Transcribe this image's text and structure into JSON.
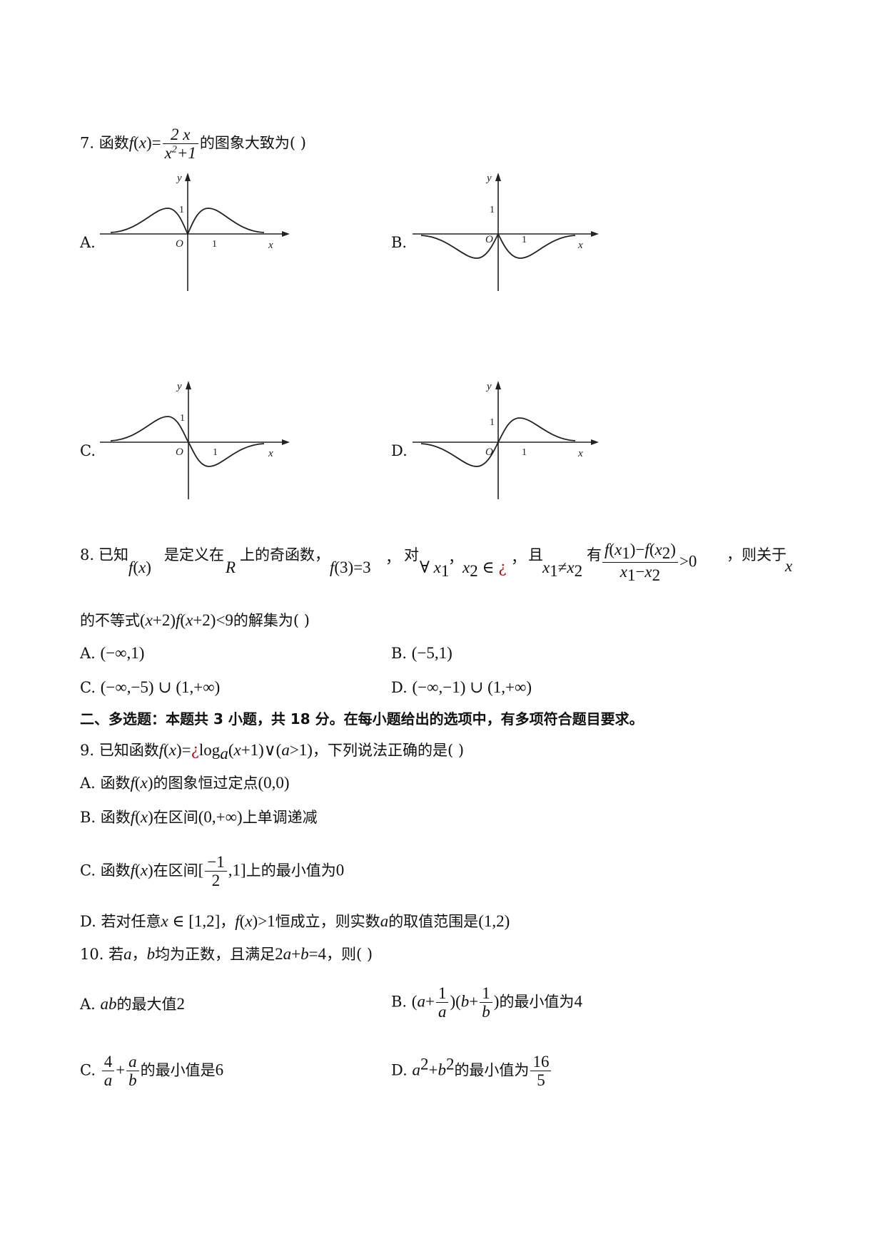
{
  "q7": {
    "number": "7.",
    "stem_prefix": "函数",
    "stem_suffix": "的图象大致为(     )",
    "options": [
      {
        "label": "A."
      },
      {
        "label": "B."
      },
      {
        "label": "C."
      },
      {
        "label": "D."
      }
    ],
    "axis_y": "y",
    "axis_x": "x",
    "origin": "O",
    "tick": "1"
  },
  "q8": {
    "number": "8.",
    "t1": "已知",
    "t2": "是定义在",
    "t3": "R",
    "t4": "上的奇函数，",
    "t5": "，",
    "t6": "对",
    "t7": "，",
    "t8": "，",
    "t9": "且",
    "t10": "有",
    "t11": "，则关于",
    "t12": "x",
    "line2_prefix": "的不等式",
    "line2_suffix": "的解集为(     )",
    "options": [
      {
        "label": "A.",
        "text": "(−∞,1)"
      },
      {
        "label": "B.",
        "text": "(−5,1)"
      },
      {
        "label": "C.",
        "text": "(−∞,−5) ∪ (1,+∞)"
      },
      {
        "label": "D.",
        "text": "(−∞,−1) ∪ (1,+∞)"
      }
    ]
  },
  "section2": {
    "title": "二、多选题：本题共 3 小题，共 18 分。在每小题给出的选项中，有多项符合题目要求。"
  },
  "q9": {
    "number": "9.",
    "stem_prefix": "已知函数",
    "stem_suffix": "，下列说法正确的是(     )",
    "A": {
      "label": "A.",
      "prefix": "函数",
      "mid": "的图象恒过定点",
      "tail": "(0,0)"
    },
    "B": {
      "label": "B.",
      "prefix": "函数",
      "mid": "在区间",
      "interval": "(0,+∞)",
      "tail": "上单调递减"
    },
    "C": {
      "label": "C.",
      "prefix": "函数",
      "mid": "在区间",
      "tail": "上的最小值为",
      "value": "0"
    },
    "D": {
      "label": "D.",
      "prefix": "若对任意",
      "mid1": "，",
      "mid2": "恒成立，则实数",
      "var": "a",
      "tail": "的取值范围是",
      "range": "(1,2)"
    }
  },
  "q10": {
    "number": "10.",
    "p1": "若",
    "p2": "，",
    "p3": "均为正数，且满足",
    "p4": "，则(     )",
    "A": {
      "label": "A.",
      "expr": "ab",
      "tail": "的最大值",
      "value": "2"
    },
    "B": {
      "label": "B.",
      "tail": "的最小值为",
      "value": "4"
    },
    "C": {
      "label": "C.",
      "tail": "的最小值是",
      "value": "6"
    },
    "D": {
      "label": "D.",
      "tail": "的最小值为"
    }
  }
}
